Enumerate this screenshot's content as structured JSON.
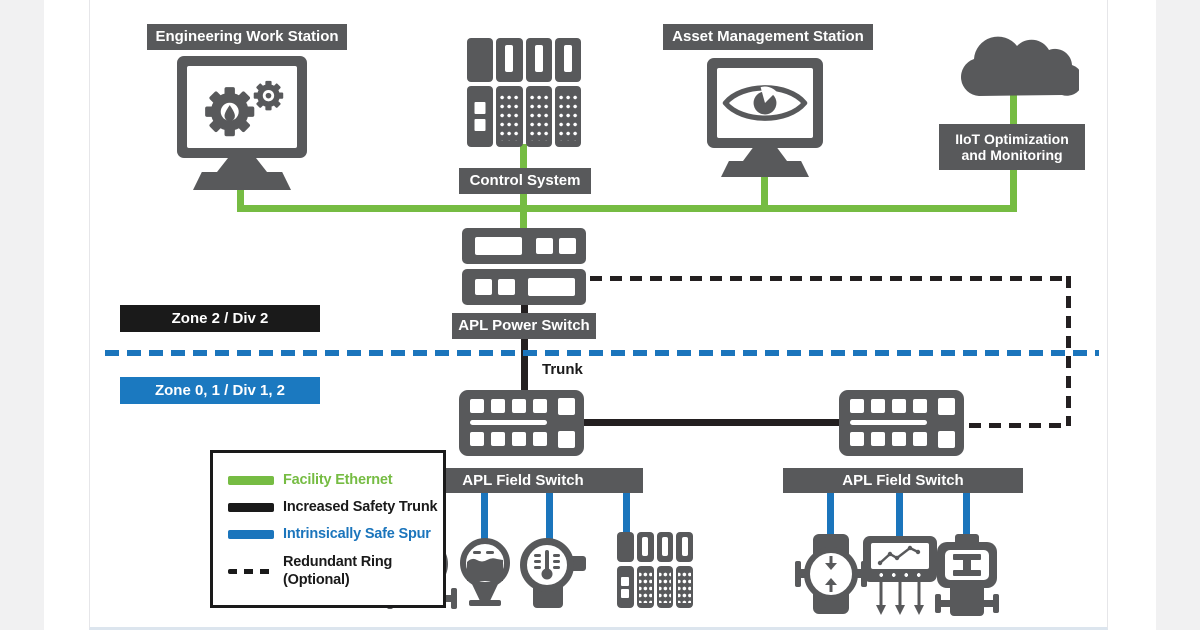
{
  "diagram": {
    "nodes": {
      "engineering_work_station": {
        "label": "Engineering Work Station"
      },
      "control_system": {
        "label": "Control System"
      },
      "asset_management_station": {
        "label": "Asset Management Station"
      },
      "iiot": {
        "label": "IIoT Optimization and Monitoring"
      },
      "apl_power_switch": {
        "label": "APL Power Switch"
      },
      "apl_field_switch_left": {
        "label": "APL Field Switch"
      },
      "apl_field_switch_right": {
        "label": "APL Field Switch"
      }
    },
    "zones": {
      "zone2": {
        "label": "Zone 2 / Div 2",
        "bg": "#1a1a1a"
      },
      "zone01": {
        "label": "Zone 0, 1 / Div 1, 2",
        "bg": "#1b79c0"
      }
    },
    "trunk_label": "Trunk",
    "legend": {
      "items": [
        {
          "label": "Facility Ethernet",
          "color": "#76bc43",
          "style": "solid"
        },
        {
          "label": "Increased Safety Trunk",
          "color": "#1a1a1a",
          "style": "solid"
        },
        {
          "label": "Intrinsically Safe Spur",
          "color": "#1b75bc",
          "style": "solid"
        },
        {
          "label": "Redundant Ring",
          "label2": "(Optional)",
          "color": "#1a1a1a",
          "style": "dashed"
        }
      ]
    },
    "colors": {
      "facility_ethernet": "#76bc43",
      "increased_safety_trunk": "#231f20",
      "intrinsically_safe_spur": "#1b75bc",
      "device_gray": "#58595b"
    }
  }
}
